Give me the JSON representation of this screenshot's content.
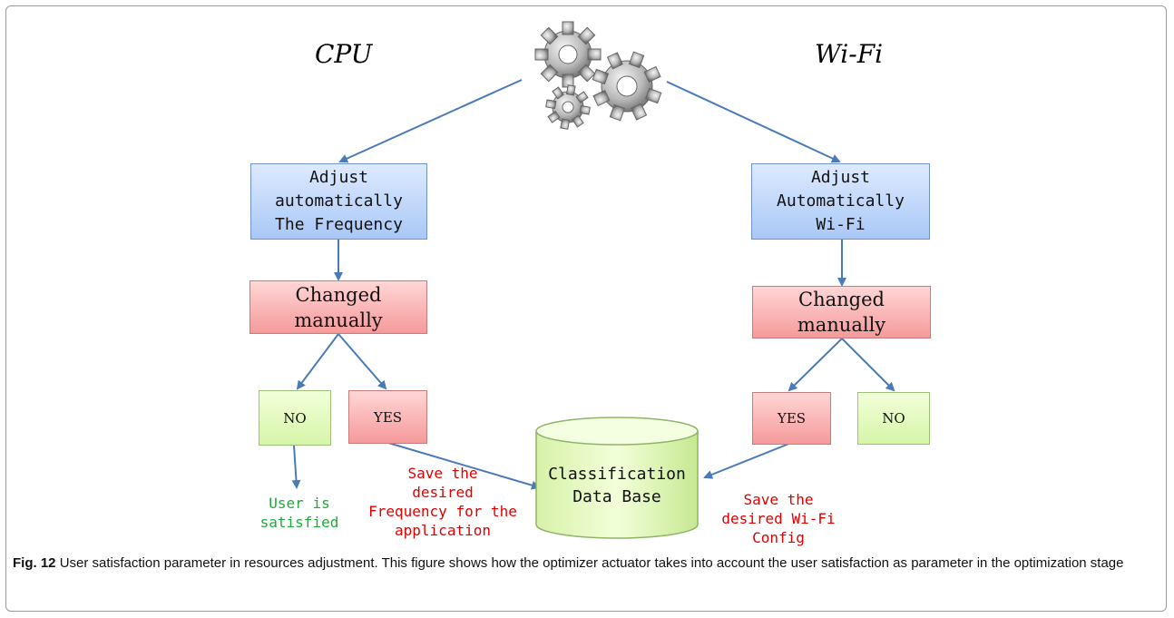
{
  "titles": {
    "left": "CPU",
    "right": "Wi-Fi"
  },
  "icons": {
    "center": "gears-icon"
  },
  "left": {
    "adjust": "Adjust\nautomatically\nThe Frequency",
    "changed": "Changed\nmanually",
    "no": "NO",
    "yes": "YES",
    "no_note": "User is\nsatisfied",
    "yes_note": "Save the\ndesired\nFrequency for the\napplication"
  },
  "right": {
    "adjust": "Adjust\nAutomatically\nWi-Fi",
    "changed": "Changed\nmanually",
    "yes": "YES",
    "no": "NO",
    "yes_note": "Save the\ndesired Wi-Fi\nConfig"
  },
  "database": {
    "label": "Classification\nData Base"
  },
  "caption": {
    "label": "Fig. 12",
    "text": "User satisfaction parameter in resources adjustment. This figure shows how the optimizer actuator takes into account the user satisfaction as parameter in the optimization stage"
  },
  "colors": {
    "arrow": "#4a7ab8",
    "box_blue": "#a9c8f6",
    "box_pink": "#f59a9a",
    "box_green": "#d6f5a8",
    "note_red": "#e00000",
    "note_green": "#1faa3a"
  }
}
